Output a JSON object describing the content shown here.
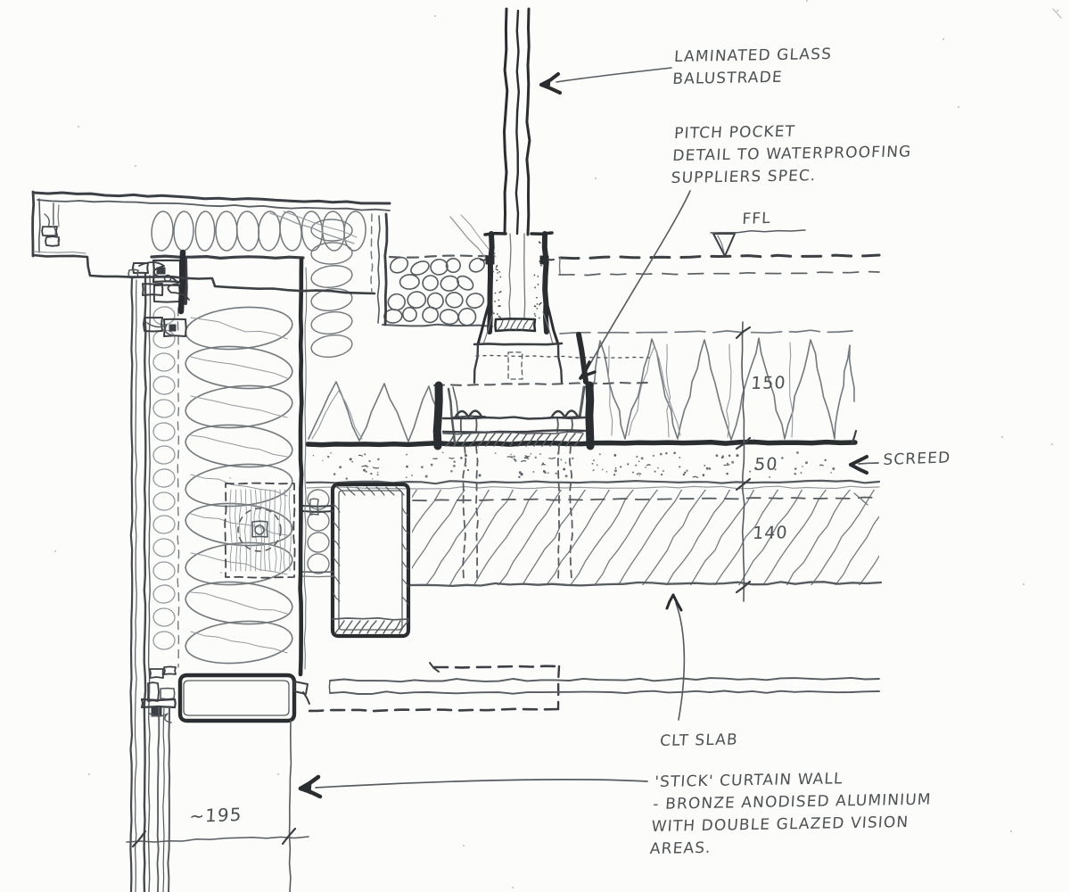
{
  "colors": {
    "paper": "#fcfcfa",
    "pencil_light": "#94999d",
    "pencil_mid": "#565b5f",
    "pencil_dark": "#2b2e31"
  },
  "labels": {
    "laminated_glass": [
      "LAMINATED GLASS",
      "BALUSTRADE"
    ],
    "pitch_pocket": [
      "PITCH POCKET",
      "DETAIL TO WATERPROOFING",
      "SUPPLIERS SPEC."
    ],
    "ffl": "FFL",
    "screed": "SCREED",
    "clt_slab": "CLT SLAB",
    "curtain_wall": [
      "'STICK' CURTAIN WALL",
      "- BRONZE ANODISED ALUMINIUM",
      "WITH DOUBLE GLAZED VISION",
      "AREAS."
    ]
  },
  "dimensions": {
    "roof_insulation_thickness": "150",
    "screed_thickness": "50",
    "slab_thickness": "140",
    "curtain_wall_depth": "~195"
  }
}
